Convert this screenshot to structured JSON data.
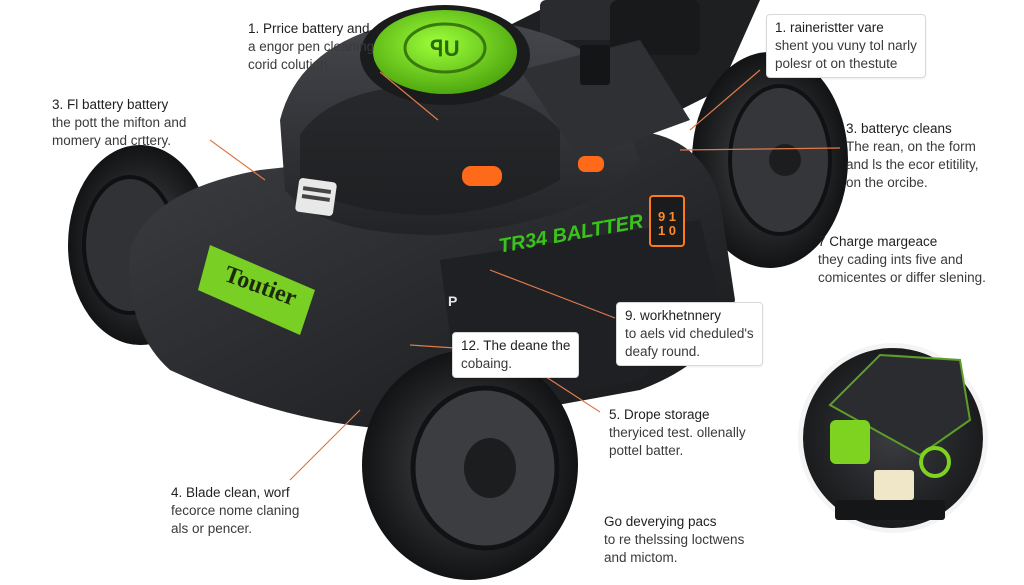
{
  "colors": {
    "accent_green": "#7ed321",
    "body_dark": "#2b2d30",
    "body_black": "#1b1c1e",
    "indicator_orange": "#ff6a1a",
    "leader_line": "#e07a4a"
  },
  "product": {
    "hood_label": "Toutier",
    "side_label": "TR34 BALTTER",
    "side_badge": "9 1\n1 0",
    "small_mark": "P",
    "cap_logo": "ꟼU"
  },
  "callouts": {
    "c1": {
      "title": "1. Prrice battery and",
      "lines": [
        "a engor pen cleaning",
        "corid colution."
      ]
    },
    "c2": {
      "title": "1. raineristter vare",
      "lines": [
        "shent you vuny tol narly",
        "polesr ot on thestute"
      ]
    },
    "c3": {
      "title": "3. Fl battery battery",
      "lines": [
        "the pott the mifton and",
        "momery and crttery."
      ]
    },
    "c4": {
      "title": "3. batteryc cleans",
      "lines": [
        "The rean, on the form",
        "and ls the ecor etitility,",
        "on the orcibe."
      ]
    },
    "c5": {
      "title": "7 Charge margeace",
      "lines": [
        "they cading ints five and",
        "comicentes or differ slening."
      ]
    },
    "c6": {
      "title": "9. workhetnnery",
      "lines": [
        "to aels vid cheduled's",
        "deafy round."
      ]
    },
    "c7": {
      "title": "12. The deane the",
      "lines": [
        "cobaing."
      ]
    },
    "c8": {
      "title": "5. Drope storage",
      "lines": [
        "theryiced test. ollenally",
        "pottel batter."
      ]
    },
    "c9": {
      "title": "4. Blade clean, worf",
      "lines": [
        "fecorce nome claning",
        "als or pencer."
      ]
    },
    "c10": {
      "title": "Go deverying pacs",
      "lines": [
        "to re thelssing loctwens",
        "and mictom."
      ]
    }
  }
}
